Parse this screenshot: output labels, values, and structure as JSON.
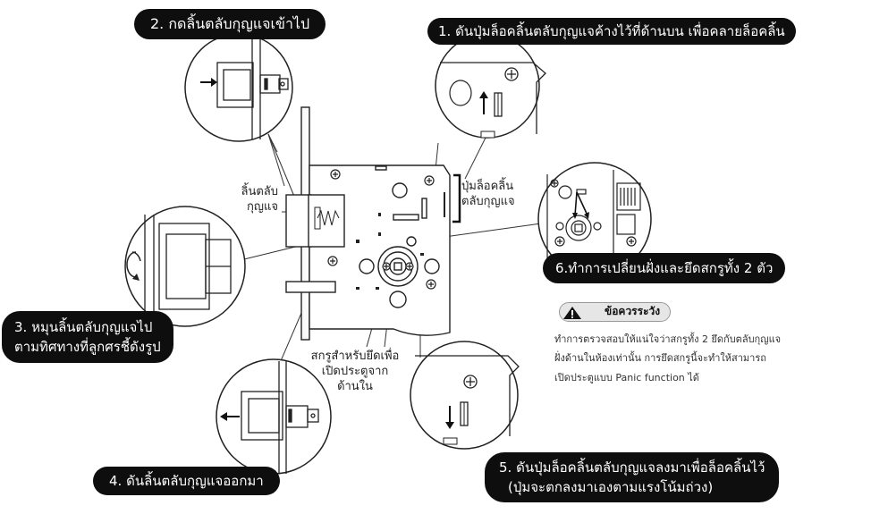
{
  "steps": {
    "step1": "1. ดันปุ่มล็อคลิ้นตลับกุญแจค้างไว้ที่ด้านบน เพื่อคลายล็อคลิ้น",
    "step2": "2. กดลิ้นตลับกุญแจเข้าไป",
    "step3_line1": "3. หมุนลิ้นตลับกุญแจไป",
    "step3_line2": "ตามทิศทางที่ลูกศรชี้ดังรูป",
    "step4": "4. ดันลิ้นตลับกุญแจออกมา",
    "step5_line1": "5. ดันปุ่มล็อคลิ้นตลับกุญแจลงมาเพื่อล็อคลิ้นไว้",
    "step5_line2": "(ปุ่มจะตกลงมาเองตามแรงโน้มถ่วง)",
    "step6": "6.ทำการเปลี่ยนฝั่งและยึดสกรูทั้ง 2 ตัว"
  },
  "labels": {
    "latch_line1": "ลิ้นตลับ",
    "latch_line2": "กุญแจ",
    "lock_button_line1": "ปุ่มล็อคลิ้น",
    "lock_button_line2": "ตลับกุญแจ",
    "screws_line1": "สกรูสำหรับยึดเพื่อ",
    "screws_line2": "เปิดประตูจาก",
    "screws_line3": "ด้านใน"
  },
  "caution": {
    "title": "ข้อควรระวัง",
    "line1": "ทำการตรวจสอบให้แน่ใจว่าสกรูทั้ง 2 ยึดกับตลับกุญแจ",
    "line2": "ฝั่งด้านในห้องเท่านั้น การยึดสกรูนี้จะทำให้สามารถ",
    "line3": "เปิดประตูแบบ Panic function ได้"
  }
}
